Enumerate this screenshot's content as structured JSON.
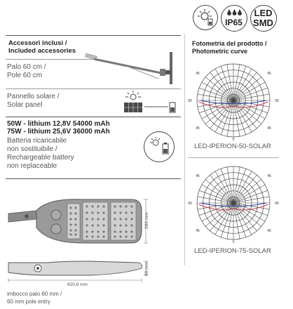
{
  "accessories": {
    "title_it": "Accessori inclusi /",
    "title_en": "Included accessories"
  },
  "pole": {
    "it": "Palo 60 cm /",
    "en": "Pole 60 cm"
  },
  "solar": {
    "it": "Pannello solare /",
    "en": "Solar panel"
  },
  "battery": {
    "spec_50": "50W - lithium 12,8V 54000 mAh",
    "spec_75": "75W - lithium 25,6V 36000 mAh",
    "line1": "Batteria ricaricabile",
    "line2": "non sostituibile /",
    "line3": "Rechargeable battery",
    "line4": "non replaceable"
  },
  "badges": {
    "ip": "IP65",
    "led_top": "LED",
    "led_bottom": "SMD"
  },
  "photometric": {
    "title_it": "Fotometria del prodotto /",
    "title_en": "Photometric curve",
    "model_50": "LED-IPERION-50-SOLAR",
    "model_75": "LED-IPERION-75-SOLAR",
    "angles": [
      "0",
      "45",
      "90"
    ]
  },
  "dimensions": {
    "width": "820,6 mm",
    "depth": "280 mm",
    "height": "99 mm"
  },
  "pole_entry": {
    "it": "imbocco palo 60 mm /",
    "en": "60 mm pole entry"
  },
  "colors": {
    "curve_red": "#d04050",
    "curve_blue": "#3040a0",
    "panel_dark": "#4a4a4a"
  }
}
